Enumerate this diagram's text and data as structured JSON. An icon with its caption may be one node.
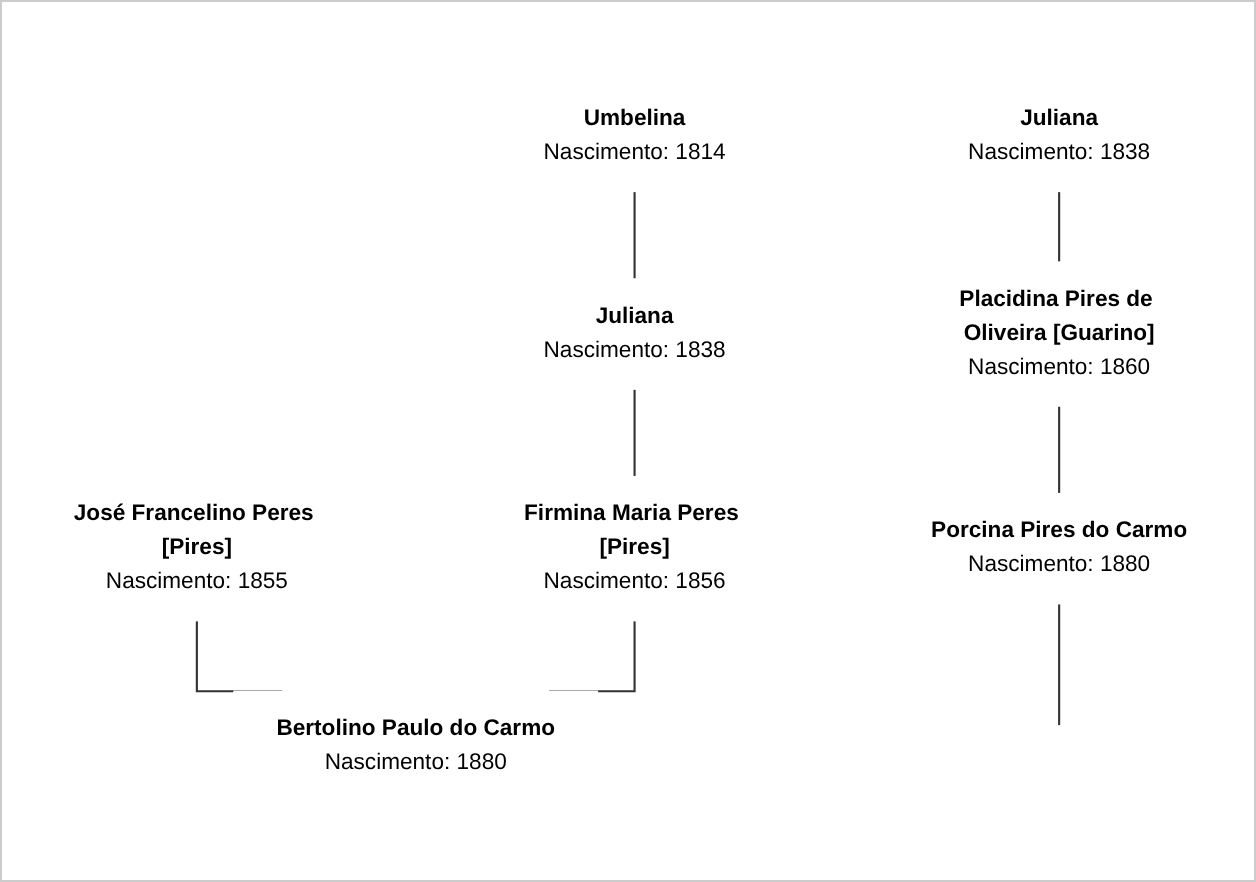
{
  "diagram": {
    "nodes": [
      {
        "text": [
          "Umbelina",
          "Nascimento: 1814"
        ]
      },
      {
        "text": [
          "Juliana",
          "Nascimento: 1838"
        ]
      },
      {
        "text": [
          "Juliana",
          "Nascimento: 1838"
        ]
      },
      {
        "text": [
          "José Francelino Peres [Pires]",
          "Nascimento: 1855"
        ]
      },
      {
        "text": [
          "Firmina Maria Peres [Pires]",
          "Nascimento: 1856"
        ]
      },
      {
        "text": [
          "Placidina Pires de Oliveira [Guarino]",
          "Nascimento: 1860"
        ]
      },
      {
        "text": [
          "Bertolino Paulo do Carmo",
          "Nascimento: 1880"
        ]
      },
      {
        "text": [
          "Porcina Pires do Carmo",
          "Nascimento: 1880"
        ]
      }
    ],
    "edges": [
      {
        "from": 0,
        "to": 1,
        "arrow": "none"
      },
      {
        "from": 1,
        "to": 4,
        "arrow": "none"
      },
      {
        "from": 2,
        "to": 5,
        "arrow": "none"
      },
      {
        "from": 3,
        "to": 6,
        "arrow": "none"
      },
      {
        "from": 4,
        "to": 6,
        "arrow": "none"
      },
      {
        "from": 5,
        "to": 7,
        "arrow": "none"
      },
      {
        "from": 7,
        "to": null,
        "arrow": "none"
      }
    ]
  }
}
